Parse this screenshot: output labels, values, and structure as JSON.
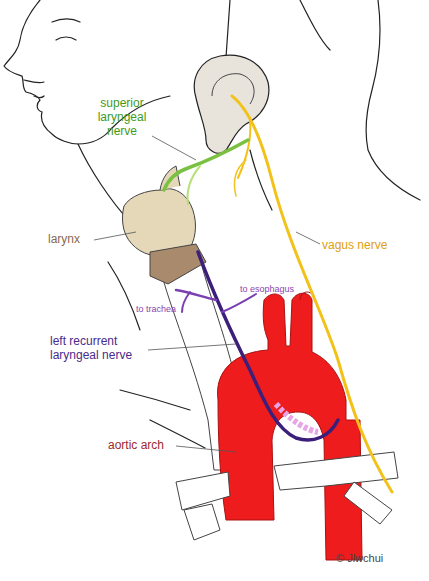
{
  "diagram": {
    "labels": [
      "superior laryngeal nerve",
      "larynx",
      "vagus nerve",
      "to trachea",
      "to esophagus",
      "left recurrent laryngeal nerve",
      "aortic arch",
      "© Jlwchui"
    ]
  }
}
